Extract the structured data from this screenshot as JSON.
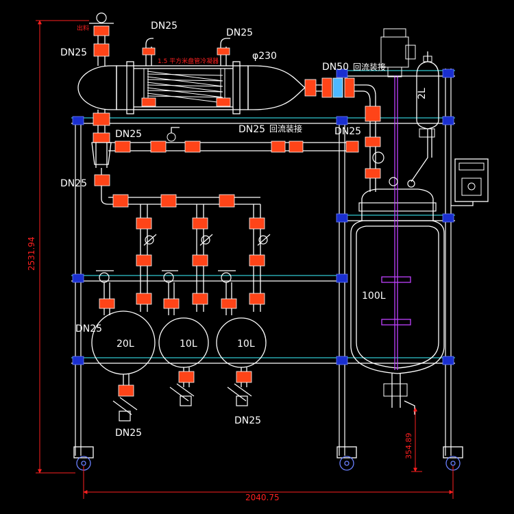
{
  "diagram": {
    "dn25_top_left": "DN25",
    "dn25_cond_left": "DN25",
    "dn25_cond_right": "DN25",
    "phi230": "φ230",
    "dn50_top": "DN50",
    "dn50_suffix": "回流装接",
    "condenser_spec": "1.5 平方米盘管冷凝器",
    "valve_tag": "出料",
    "dn25_middle_left": "DN25",
    "dn25_middle_center": "DN25",
    "dn25_middle_center_suffix": "回流装接",
    "dn25_middle_right": "DN25",
    "dn25_lower_left": "DN25",
    "dn25_flask_left": "DN25",
    "dn25_bottom_left": "DN25",
    "dn25_bottom_center": "DN25",
    "flask_20l": "20L",
    "flask_10l_a": "10L",
    "flask_10l_b": "10L",
    "reactor_100l": "100L",
    "funnel_2l": "2L",
    "dim_height": "2531.94",
    "dim_width": "2040.75",
    "dim_outlet": "354.89"
  },
  "colors": {
    "background": "#000000",
    "line": "#ffffff",
    "clamp": "#ff4418",
    "dimension": "#ff2020",
    "frame_inner": "#30c8d0",
    "joint": "#1a2fd0",
    "stirrer": "#c040ff"
  }
}
